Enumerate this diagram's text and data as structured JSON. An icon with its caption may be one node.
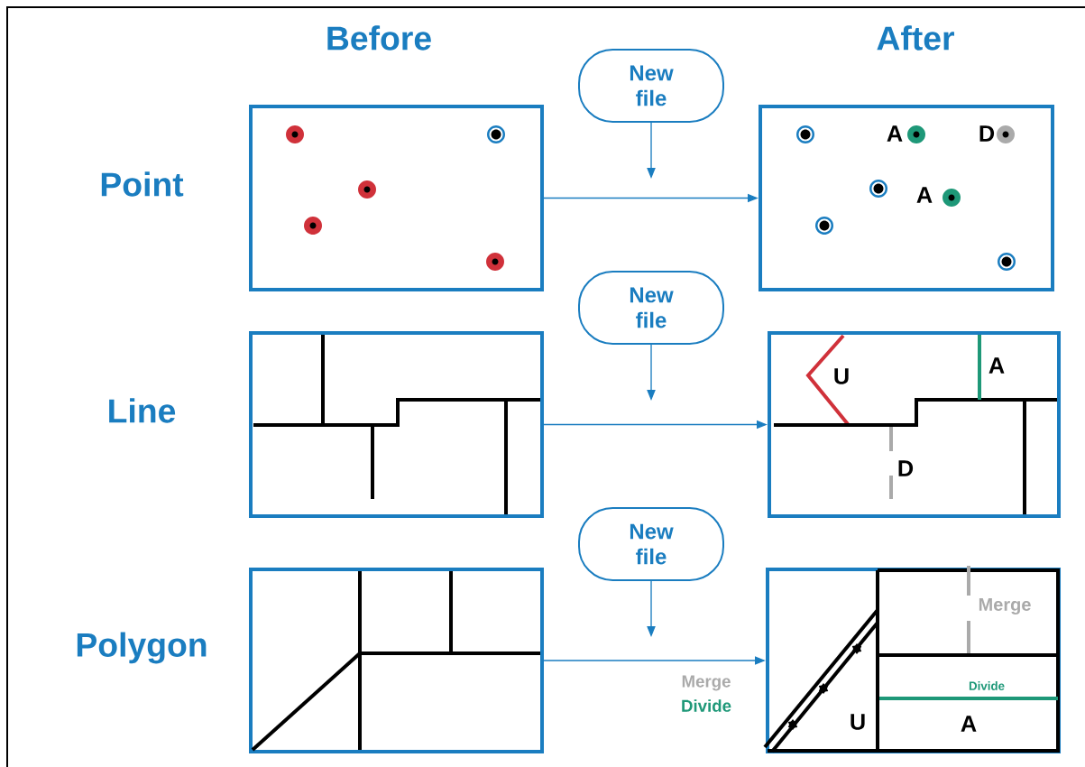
{
  "diagram": {
    "nodes": [
      {
        "text": [],
        "shape": "box"
      },
      {
        "text": [
          "New file"
        ]
      },
      {
        "text": [],
        "shape": "box"
      },
      {
        "text": [],
        "shape": "box"
      },
      {
        "text": [
          "New file"
        ]
      },
      {
        "text": [],
        "shape": "box"
      },
      {
        "text": [],
        "shape": "box"
      },
      {
        "text": [
          "New file"
        ]
      },
      {
        "text": [],
        "shape": "box"
      }
    ],
    "edges": [
      {
        "from": 1,
        "to": null,
        "arrow": "to"
      },
      {
        "from": 0,
        "to": 2,
        "arrow": "to"
      },
      {
        "from": 4,
        "to": null,
        "arrow": "to"
      },
      {
        "from": 3,
        "to": 5,
        "arrow": "to"
      },
      {
        "from": 7,
        "to": null,
        "arrow": "to"
      },
      {
        "from": 6,
        "to": 8,
        "arrow": "to"
      }
    ],
    "labels": [
      "Before",
      "After",
      "Point",
      "A",
      "D",
      "A",
      "Line",
      "U",
      "A",
      "D",
      "Merge",
      "Polygon",
      "Divide",
      "U",
      "A",
      "Merge",
      "Divide"
    ]
  }
}
